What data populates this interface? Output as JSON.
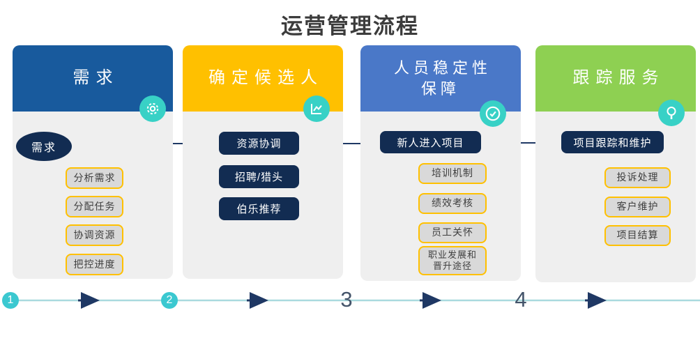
{
  "title": "运营管理流程",
  "columns": [
    {
      "header": "需求",
      "icon": "gear-icon",
      "root": "需求",
      "items": [
        "分析需求",
        "分配任务",
        "协调资源",
        "把控进度"
      ]
    },
    {
      "header": "确定候选人",
      "icon": "line-chart-icon",
      "items": [
        "资源协调",
        "招聘/猎头",
        "伯乐推荐"
      ]
    },
    {
      "header": "人员稳定性保障",
      "icon": "check-circle-icon",
      "root": "新人进入项目",
      "items": [
        "培训机制",
        "绩效考核",
        "员工关怀",
        "职业发展和晋升途径"
      ]
    },
    {
      "header": "跟踪服务",
      "icon": "magnifier-icon",
      "root": "项目跟踪和维护",
      "items": [
        "投诉处理",
        "客户维护",
        "项目结算"
      ]
    }
  ],
  "timeline": {
    "steps": [
      "1",
      "2",
      "3",
      "4"
    ]
  },
  "colors": {
    "col1_header": "#185a9d",
    "col2_header": "#ffc000",
    "col3_header": "#4a78c8",
    "col4_header": "#8ed052",
    "card_body": "#efefef",
    "icon_circle": "#38d1c6",
    "navy_box": "#122c52",
    "connector_navy": "#1f3864",
    "connector_yellow": "#ffc000",
    "item_box_bg": "#d9d9d9",
    "timeline_line": "#a9dade",
    "timeline_circle": "#3bc8d0",
    "step_number_text": "#44546a",
    "title_text": "#3c3c3c"
  }
}
